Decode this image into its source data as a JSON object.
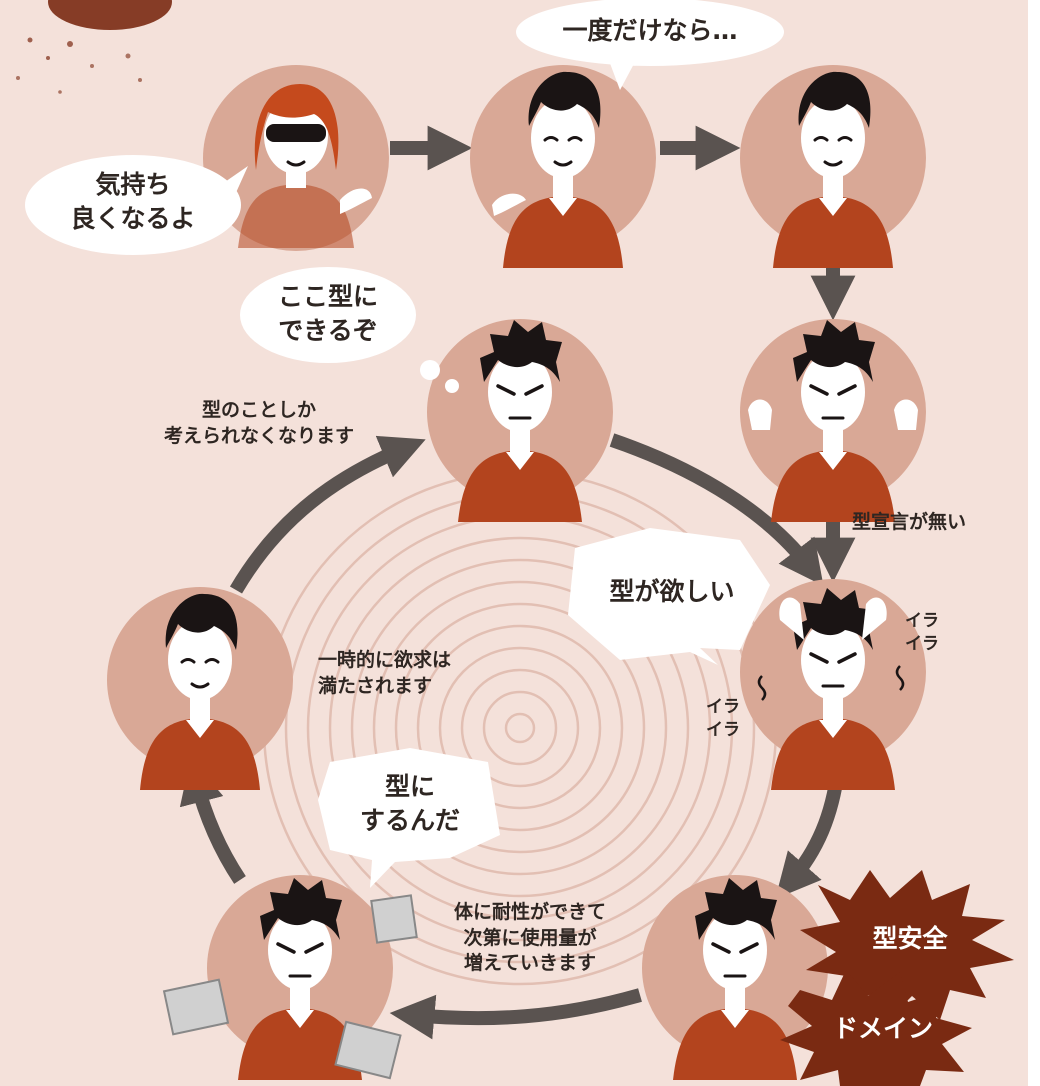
{
  "colors": {
    "background": "#f4e1da",
    "circle_fill": "#d9a896",
    "circle_fill_light": "#e6bba9",
    "shirt": "#b3441e",
    "skin": "#ffffff",
    "hair": "#1a1414",
    "arrow": "#5a5350",
    "ripple": "#e2bfb3",
    "burst": "#7a2a12",
    "bubble": "#ffffff",
    "text": "#2e2622"
  },
  "bubbles": {
    "pusher": "気持ち\n良くなるよ",
    "once": "一度だけなら…",
    "think": "ここ型に\nできるぞ",
    "want": "型が欲しい",
    "make": "型に\nするんだ"
  },
  "captions": {
    "obsessed": "型のことしか\n考えられなくなります",
    "no_type": "型宣言が無い",
    "satisfied": "一時的に欲求は\n満たされます",
    "tolerance": "体に耐性ができて\n次第に使用量が\n増えていきます"
  },
  "irritation": {
    "right": "イラ\nイラ",
    "left": "イラ\nイラ"
  },
  "bursts": {
    "type_safety": "型安全",
    "domain": "ドメイン"
  }
}
